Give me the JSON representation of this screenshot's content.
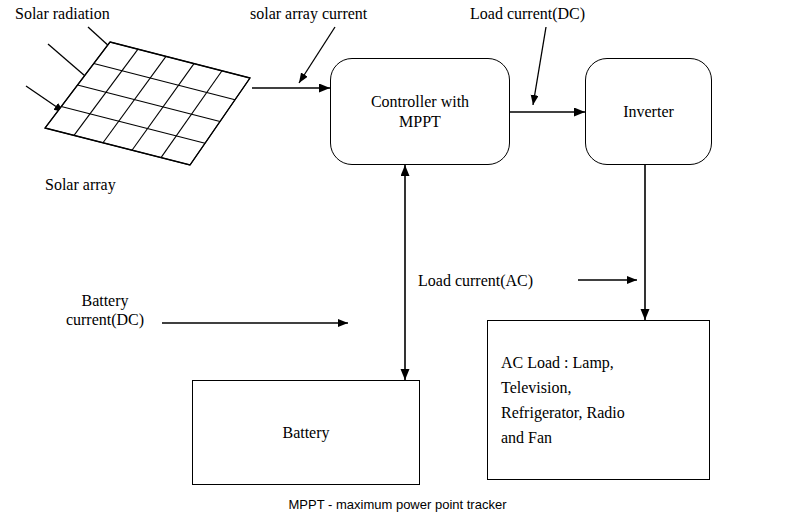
{
  "diagram": {
    "caption": "MPPT - maximum power point tracker",
    "nodes": [
      {
        "text": [
          "Solar array"
        ]
      },
      {
        "text": [
          "Controller with MPPT"
        ]
      },
      {
        "text": [
          "Inverter"
        ]
      },
      {
        "text": [
          "Battery"
        ]
      },
      {
        "text": [
          "AC Load : Lamp, Television, Refrigerator, Radio and Fan"
        ]
      }
    ],
    "edges": [
      {
        "from": 0,
        "to": 1,
        "arrow": "to"
      },
      {
        "from": 1,
        "to": 2,
        "arrow": "to"
      },
      {
        "from": 1,
        "to": 3,
        "arrow": "both"
      },
      {
        "from": 2,
        "to": 4,
        "arrow": "to"
      }
    ],
    "labels": [
      "Solar radiation",
      "solar array current",
      "Load current(DC)",
      "Load current(AC)",
      "Battery current(DC)"
    ]
  }
}
